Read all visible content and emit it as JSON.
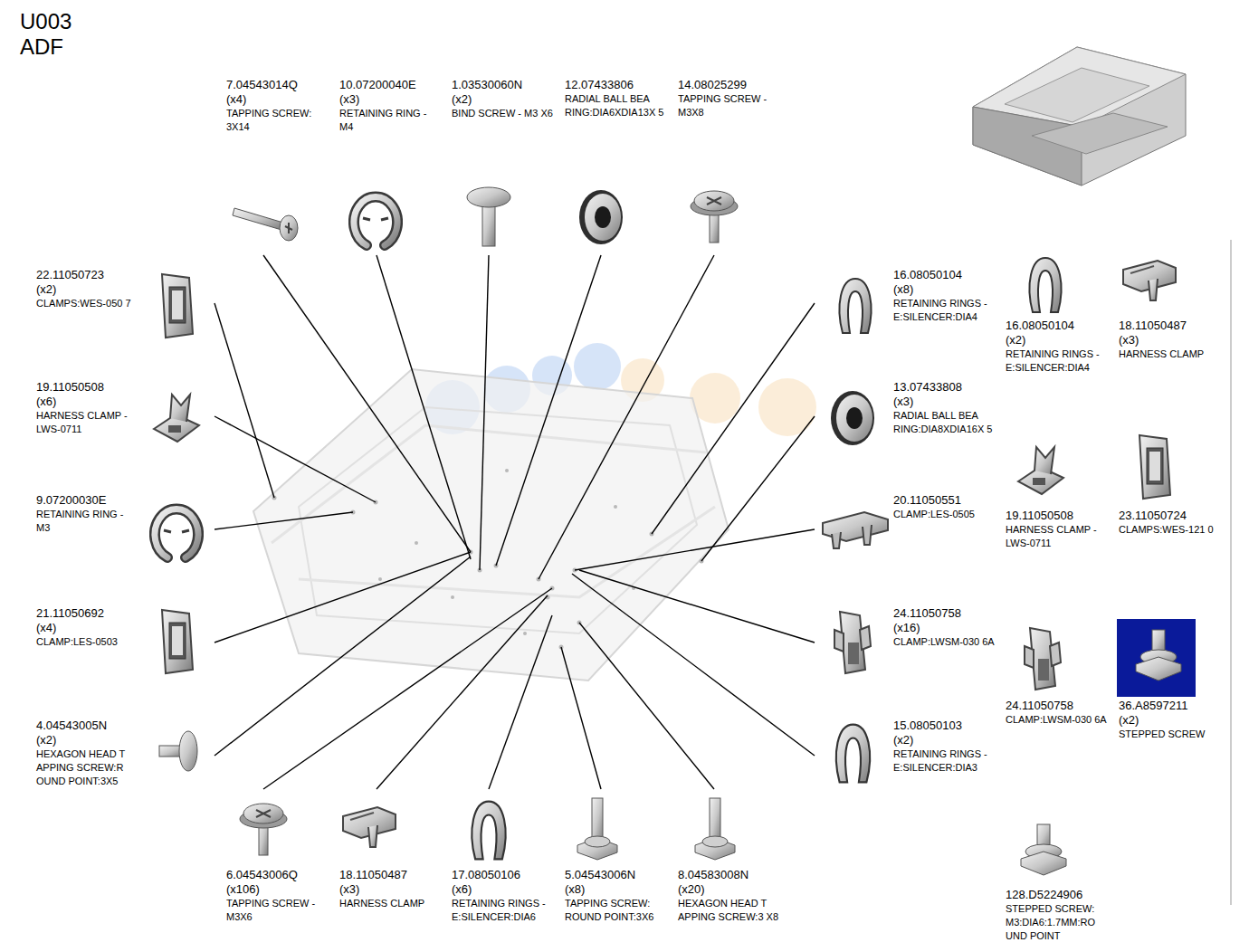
{
  "diagram": {
    "title": "U003 ADF",
    "labels": [
      "7.04543014Q",
      "(x4)",
      "TAPPING SCREW: 3X14",
      "10.07200040E",
      "(x3)",
      "RETAINING RING - M4",
      "1.03530060N",
      "(x2)",
      "BIND SCREW - M3 X6",
      "12.07433806",
      "RADIAL BALL BEA RING:DIA6XDIA13X 5",
      "14.08025299",
      "TAPPING SCREW - M3X8",
      "22.11050723",
      "(x2)",
      "CLAMPS:WES-050 7",
      "19.11050508",
      "(x6)",
      "HARNESS CLAMP - LWS-0711",
      "9.07200030E",
      "RETAINING RING - M3",
      "21.11050692",
      "(x4)",
      "CLAMP:LES-0503",
      "4.04543005N",
      "(x2)",
      "HEXAGON HEAD T APPING SCREW:R OUND POINT:3X5",
      "16.08050104",
      "(x8)",
      "RETAINING RINGS -E:SILENCER:DIA4",
      "13.07433808",
      "(x3)",
      "RADIAL BALL BEA RING:DIA8XDIA16X 5",
      "20.11050551",
      "CLAMP:LES-0505",
      "24.11050758",
      "(x16)",
      "CLAMP:LWSM-030 6A",
      "15.08050103",
      "(x2)",
      "RETAINING RINGS -E:SILENCER:DIA3",
      "16.08050104",
      "(x2)",
      "RETAINING RINGS -E:SILENCER:DIA4",
      "18.11050487",
      "(x3)",
      "HARNESS CLAMP",
      "19.11050508",
      "HARNESS CLAMP - LWS-0711",
      "23.11050724",
      "CLAMPS:WES-121 0",
      "24.11050758",
      "CLAMP:LWSM-030 6A",
      "36.A8597211",
      "(x2)",
      "STEPPED SCREW",
      "128.D5224906",
      "STEPPED SCREW: M3:DIA6:1.7MM:RO UND POINT",
      "6.04543006Q",
      "(x106)",
      "TAPPING SCREW - M3X6",
      "18.11050487",
      "(x3)",
      "HARNESS CLAMP",
      "17.08050106",
      "(x6)",
      "RETAINING RINGS -E:SILENCER:DIA6",
      "5.04543006N",
      "(x8)",
      "TAPPING SCREW: ROUND POINT:3X6",
      "8.04583008N",
      "(x20)",
      "HEXAGON HEAD T APPING SCREW:3 X8"
    ]
  }
}
